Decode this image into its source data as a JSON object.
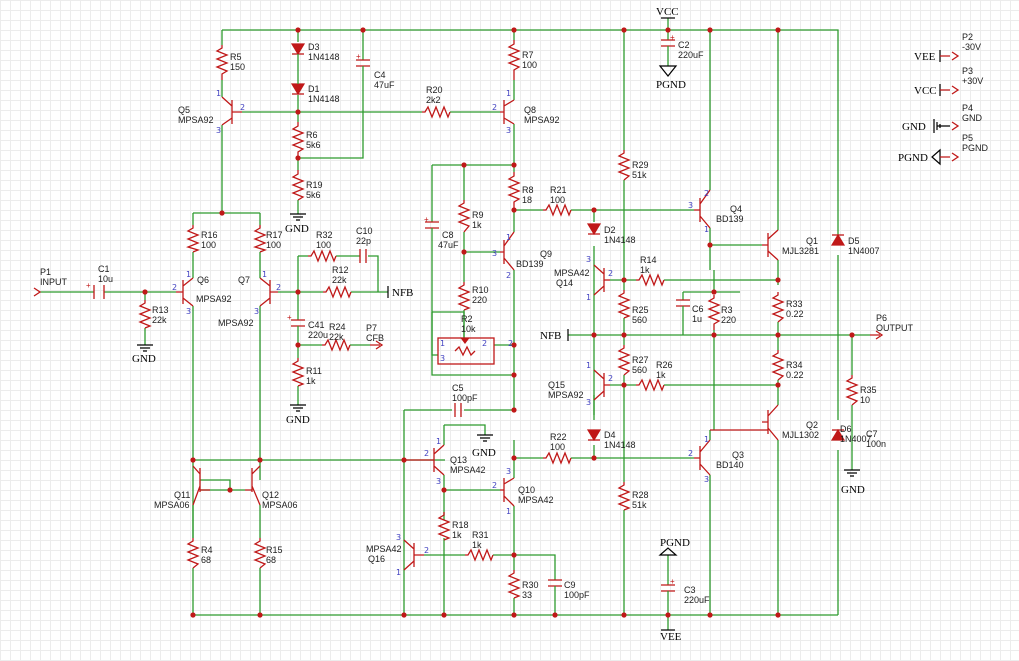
{
  "nets": {
    "vcc": "VCC",
    "vee": "VEE",
    "gnd": "GND",
    "pgnd": "PGND",
    "nfb": "NFB"
  },
  "ports": {
    "p1": {
      "ref": "P1",
      "val": "INPUT"
    },
    "p6": {
      "ref": "P6",
      "val": "OUTPUT"
    },
    "p7": {
      "ref": "P7",
      "val": "CFB"
    },
    "p2": {
      "ref": "P2",
      "val": "-30V"
    },
    "p3": {
      "ref": "P3",
      "val": "+30V"
    },
    "p4": {
      "ref": "P4",
      "val": "GND"
    },
    "p5": {
      "ref": "P5",
      "val": "PGND"
    }
  },
  "resistors": {
    "r5": {
      "ref": "R5",
      "val": "150"
    },
    "r6": {
      "ref": "R6",
      "val": "5k6"
    },
    "r19": {
      "ref": "R19",
      "val": "5k6"
    },
    "r20": {
      "ref": "R20",
      "val": "2k2"
    },
    "r7": {
      "ref": "R7",
      "val": "100"
    },
    "r8": {
      "ref": "R8",
      "val": "18"
    },
    "r21": {
      "ref": "R21",
      "val": "100"
    },
    "r29": {
      "ref": "R29",
      "val": "51k"
    },
    "r16": {
      "ref": "R16",
      "val": "100"
    },
    "r17": {
      "ref": "R17",
      "val": "100"
    },
    "r32": {
      "ref": "R32",
      "val": "100"
    },
    "r12": {
      "ref": "R12",
      "val": "22k"
    },
    "r13": {
      "ref": "R13",
      "val": "22k"
    },
    "r9": {
      "ref": "R9",
      "val": "1k"
    },
    "r10": {
      "ref": "R10",
      "val": "220"
    },
    "r2": {
      "ref": "R2",
      "val": "10k"
    },
    "r24": {
      "ref": "R24",
      "val": "22k"
    },
    "r11": {
      "ref": "R11",
      "val": "1k"
    },
    "r14": {
      "ref": "R14",
      "val": "1k"
    },
    "r25": {
      "ref": "R25",
      "val": "560"
    },
    "r3": {
      "ref": "R3",
      "val": "220"
    },
    "r33": {
      "ref": "R33",
      "val": "0.22"
    },
    "r27": {
      "ref": "R27",
      "val": "560"
    },
    "r26": {
      "ref": "R26",
      "val": "1k"
    },
    "r34": {
      "ref": "R34",
      "val": "0.22"
    },
    "r35": {
      "ref": "R35",
      "val": "10"
    },
    "r22": {
      "ref": "R22",
      "val": "100"
    },
    "r28": {
      "ref": "R28",
      "val": "51k"
    },
    "r18": {
      "ref": "R18",
      "val": "1k"
    },
    "r31": {
      "ref": "R31",
      "val": "1k"
    },
    "r30": {
      "ref": "R30",
      "val": "33"
    },
    "r4": {
      "ref": "R4",
      "val": "68"
    },
    "r15": {
      "ref": "R15",
      "val": "68"
    }
  },
  "capacitors": {
    "c1": {
      "ref": "C1",
      "val": "10u"
    },
    "c2": {
      "ref": "C2",
      "val": "220uF"
    },
    "c3": {
      "ref": "C3",
      "val": "220uF"
    },
    "c4": {
      "ref": "C4",
      "val": "47uF"
    },
    "c5": {
      "ref": "C5",
      "val": "100pF"
    },
    "c6": {
      "ref": "C6",
      "val": "1u"
    },
    "c7": {
      "ref": "C7",
      "val": "100n"
    },
    "c8": {
      "ref": "C8",
      "val": "47uF"
    },
    "c9": {
      "ref": "C9",
      "val": "100pF"
    },
    "c10": {
      "ref": "C10",
      "val": "22p"
    },
    "c41": {
      "ref": "C41",
      "val": "220u"
    }
  },
  "diodes": {
    "d1": {
      "ref": "D1",
      "val": "1N4148"
    },
    "d2": {
      "ref": "D2",
      "val": "1N4148"
    },
    "d3": {
      "ref": "D3",
      "val": "1N4148"
    },
    "d4": {
      "ref": "D4",
      "val": "1N4148"
    },
    "d5": {
      "ref": "D5",
      "val": "1N4007"
    },
    "d6": {
      "ref": "D6",
      "val": "1N4007"
    }
  },
  "transistors": {
    "q1": {
      "ref": "Q1",
      "val": "MJL3281"
    },
    "q2": {
      "ref": "Q2",
      "val": "MJL1302"
    },
    "q3": {
      "ref": "Q3",
      "val": "BD140"
    },
    "q4": {
      "ref": "Q4",
      "val": "BD139"
    },
    "q5": {
      "ref": "Q5",
      "val": "MPSA92"
    },
    "q6": {
      "ref": "Q6",
      "val": "MPSA92"
    },
    "q7": {
      "ref": "Q7",
      "val": "MPSA92"
    },
    "q8": {
      "ref": "Q8",
      "val": "MPSA92"
    },
    "q9": {
      "ref": "Q9",
      "val": "BD139"
    },
    "q10": {
      "ref": "Q10",
      "val": "MPSA42"
    },
    "q11": {
      "ref": "Q11",
      "val": "MPSA06"
    },
    "q12": {
      "ref": "Q12",
      "val": "MPSA06"
    },
    "q13": {
      "ref": "Q13",
      "val": "MPSA42"
    },
    "q14": {
      "ref": "Q14",
      "val": "MPSA42"
    },
    "q15": {
      "ref": "Q15",
      "val": "MPSA92"
    },
    "q16": {
      "ref": "Q16",
      "val": "MPSA42"
    }
  },
  "pin_numbers": [
    "1",
    "2",
    "3"
  ]
}
